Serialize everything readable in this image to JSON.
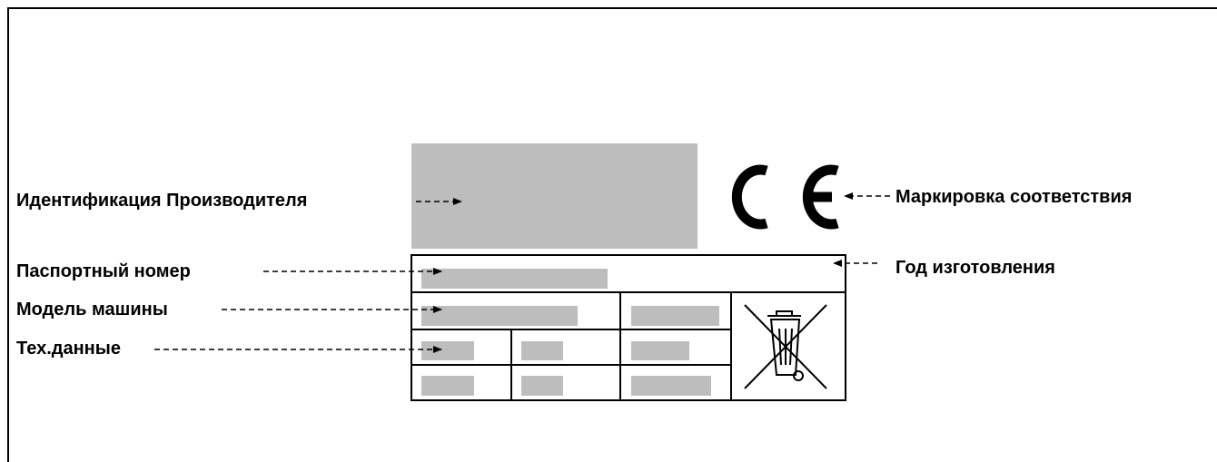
{
  "callouts": {
    "manufacturer_id": "Идентификация Производителя",
    "conformity_mark": "Маркировка соответствия",
    "serial_number": "Паспортный номер",
    "year_of_manufacture": "Год изготовления",
    "machine_model": "Модель машины",
    "tech_data": "Тех.данные"
  },
  "plate": {
    "ce_mark": "CE",
    "weee_icon": "crossed-out-wheelie-bin-icon"
  },
  "colors": {
    "placeholder_fill": "#bdbdbd",
    "line": "#000000"
  }
}
